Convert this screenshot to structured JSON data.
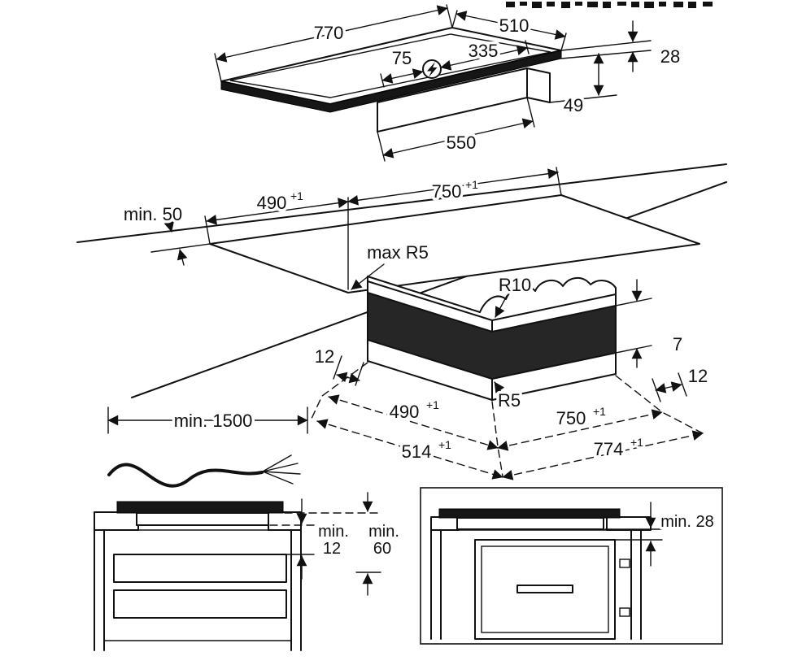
{
  "page": {
    "background": "#ffffff",
    "line_color": "#111111"
  },
  "hob_view": {
    "width": "770",
    "depth": "510",
    "power_offset_left": "75",
    "power_offset_right": "335",
    "profile_height": "28",
    "box_height": "49",
    "box_width": "550",
    "power_symbol": "lightning-bolt-in-circle"
  },
  "cutout_view": {
    "rear_clearance": "min. 50",
    "cutout_depth": "490",
    "cutout_width": "750",
    "tolerance_sup": "+1",
    "corner_radius": "max R5"
  },
  "edge_profile_view": {
    "top_radius": "R10",
    "step_height": "7",
    "overhang_left": "12",
    "overhang_right": "12",
    "bottom_radius": "R5",
    "inner_depth": "490",
    "inner_width": "750",
    "outer_depth": "514",
    "outer_width": "774",
    "tolerance_sup": "+1"
  },
  "cable_view": {
    "cable_length": "min. 1500"
  },
  "drawer_cabinet_view": {
    "min_label_a": "min.",
    "gap_a": "12",
    "min_label_b": "min.",
    "gap_b": "60"
  },
  "oven_cabinet_view": {
    "oven_clearance": "min. 28"
  }
}
